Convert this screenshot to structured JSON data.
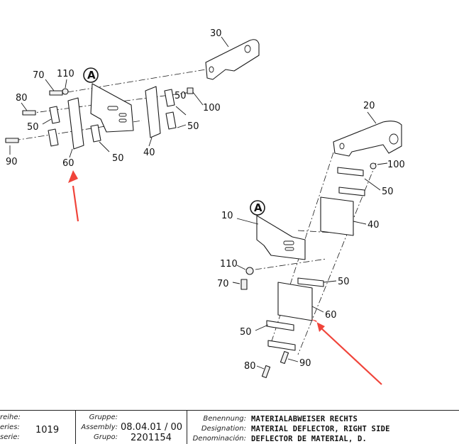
{
  "callouts": {
    "30": "30",
    "70a": "70",
    "110a": "110",
    "Aa": "A",
    "80a": "80",
    "100a": "100",
    "50a": "50",
    "50b": "50",
    "50c": "50",
    "90a": "90",
    "60a": "60",
    "40a": "40",
    "20": "20",
    "100b": "100",
    "50d": "50",
    "10": "10",
    "Ab": "A",
    "40b": "40",
    "110b": "110",
    "70b": "70",
    "50e": "50",
    "60b": "60",
    "50f": "50",
    "80b": "80",
    "90b": "90"
  },
  "title_block": {
    "series_labels": [
      "reihe:",
      "eries:",
      "serie:"
    ],
    "series_value": "1019",
    "assembly_labels": [
      "Gruppe:",
      "Assembly:",
      "Grupo:"
    ],
    "assembly_value": "08.04.01 / 00",
    "grupo_value": "2201154",
    "name_labels": [
      "Benennung:",
      "Designation:",
      "Denominación:"
    ],
    "name_de": "MATERIALABWEISER RECHTS",
    "name_en": "MATERIAL DEFLECTOR, RIGHT SIDE",
    "name_es": "DEFLECTOR DE MATERIAL, D."
  },
  "colors": {
    "highlight_arrow": "#f0443a",
    "line": "#1a1a1a"
  },
  "icons": [
    "reference-arrow-icon",
    "circle-a-icon"
  ]
}
